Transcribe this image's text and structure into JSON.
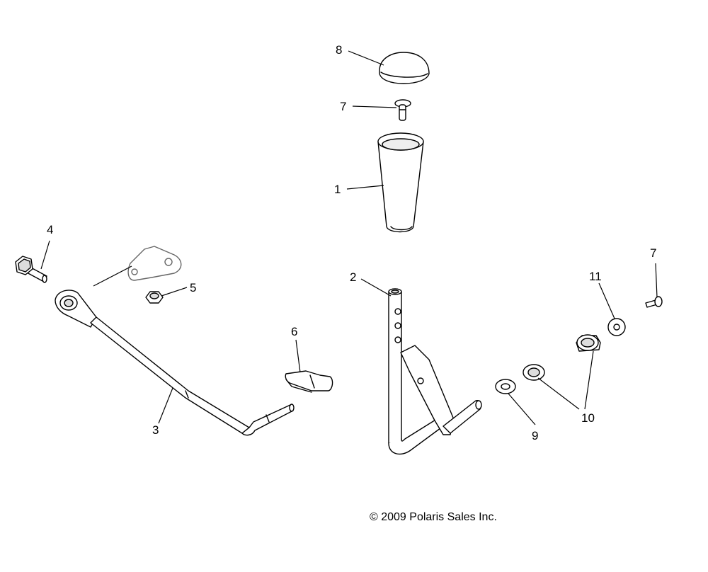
{
  "callouts": {
    "p1": "1",
    "p2": "2",
    "p3": "3",
    "p4": "4",
    "p5": "5",
    "p6": "6",
    "p7a": "7",
    "p7b": "7",
    "p8": "8",
    "p9": "9",
    "p10": "10",
    "p11": "11"
  },
  "copyright": "© 2009 Polaris Sales Inc.",
  "colors": {
    "line": "#000000",
    "part_fill": "#ffffff",
    "shade": "#d9d9d9",
    "background": "#ffffff"
  }
}
